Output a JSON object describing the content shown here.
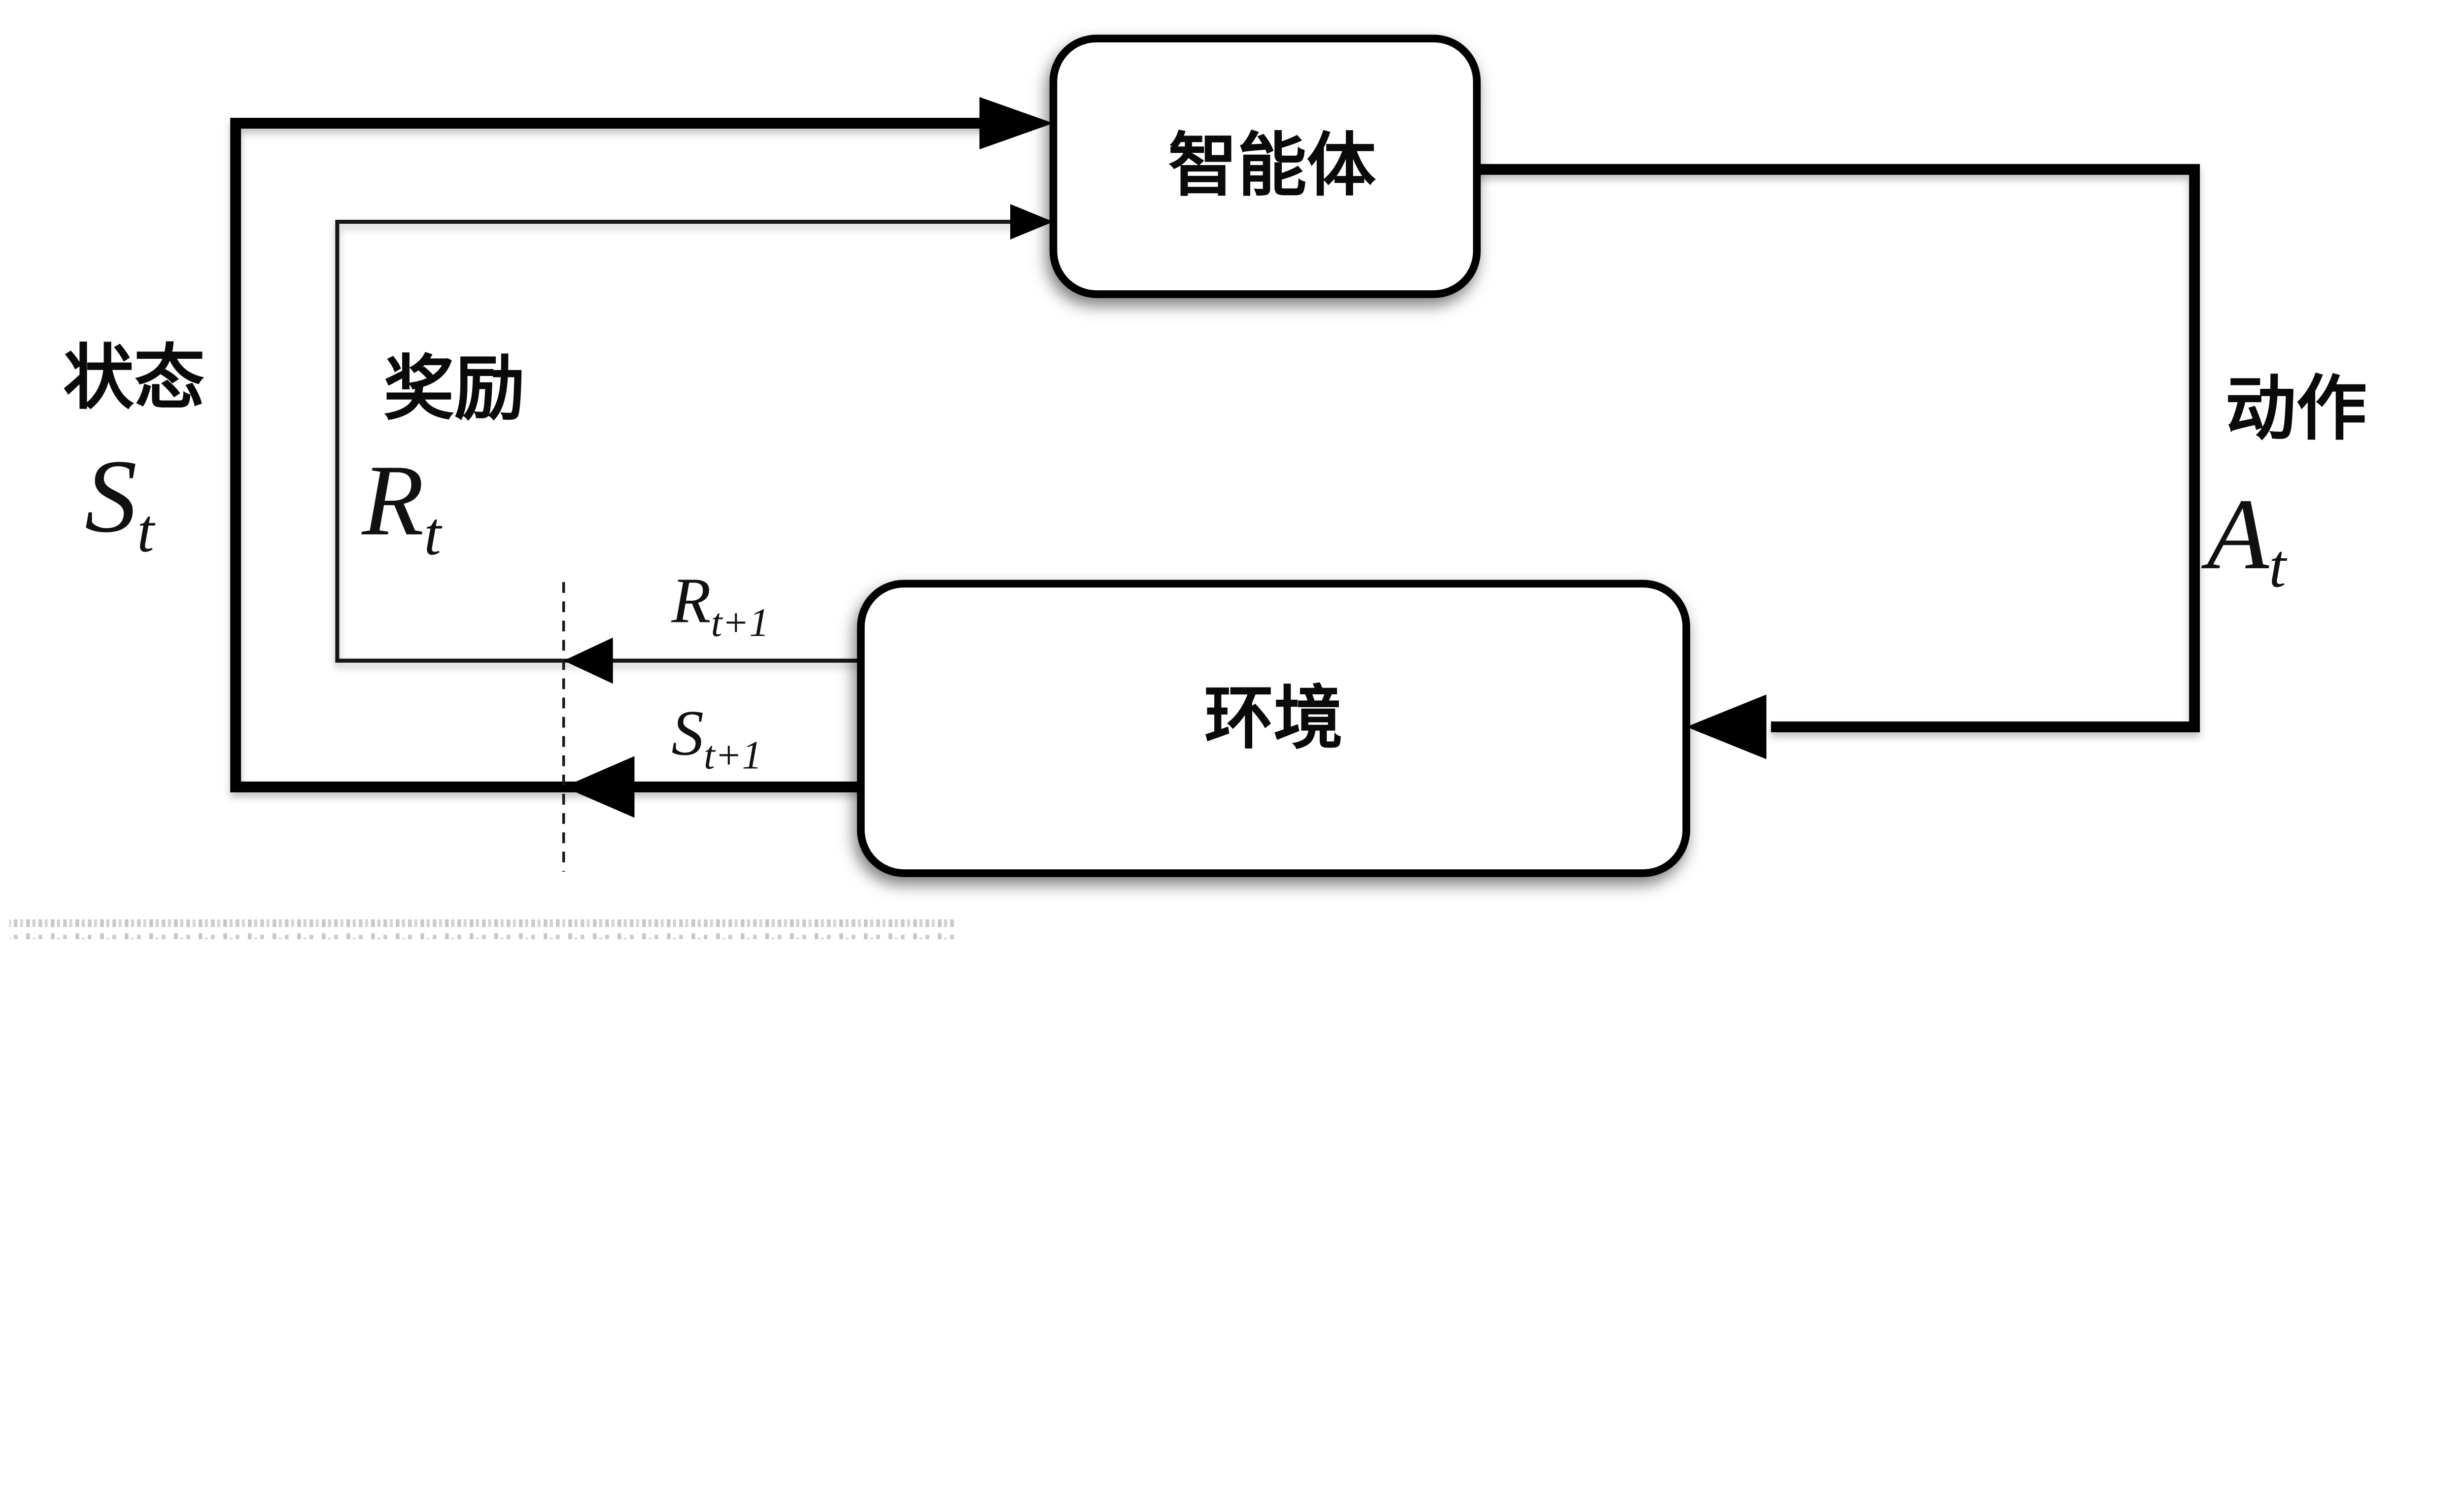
{
  "diagram": {
    "type": "agent-environment-loop",
    "background": "#ffffff",
    "stroke_color": "#000000",
    "nodes": {
      "agent": {
        "label": "智能体"
      },
      "environment": {
        "label": "环境"
      }
    },
    "labels": {
      "state": {
        "caption": "状态",
        "base": "S",
        "sub": "t"
      },
      "reward": {
        "caption": "奖励",
        "base": "R",
        "sub": "t"
      },
      "action": {
        "caption": "动作",
        "base": "A",
        "sub": "t"
      },
      "next_reward": {
        "base": "R",
        "sub": "t+1"
      },
      "next_state": {
        "base": "S",
        "sub": "t+1"
      }
    },
    "edges": {
      "state_to_agent": {
        "from": "environment",
        "to": "agent",
        "style": "thick"
      },
      "reward_to_agent": {
        "from": "environment",
        "to": "agent",
        "style": "thin"
      },
      "action_to_environment": {
        "from": "agent",
        "to": "environment",
        "style": "thick"
      },
      "timestep_divider": {
        "style": "dashed-vertical"
      }
    }
  }
}
